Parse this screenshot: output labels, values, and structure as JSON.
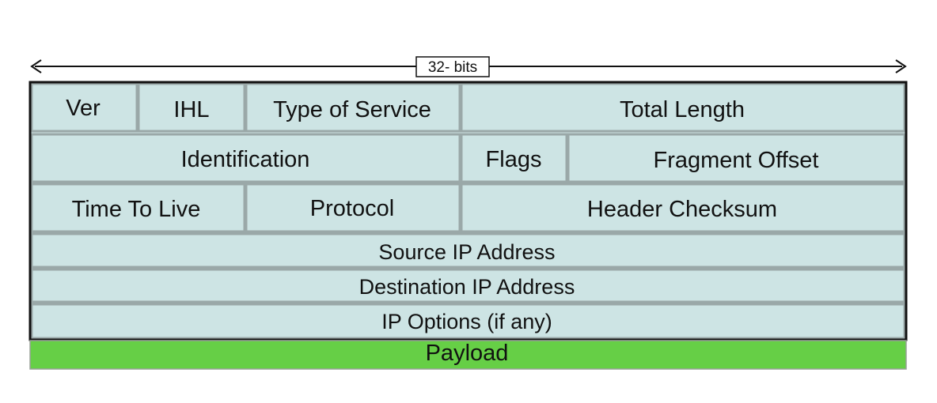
{
  "diagram": {
    "width_label": "32- bits",
    "rows": [
      {
        "fields": [
          {
            "name": "field-ver",
            "label": "Ver"
          },
          {
            "name": "field-ihl",
            "label": "IHL"
          },
          {
            "name": "field-type-of-service",
            "label": "Type of Service"
          },
          {
            "name": "field-total-length",
            "label": "Total Length"
          }
        ]
      },
      {
        "fields": [
          {
            "name": "field-identification",
            "label": "Identification"
          },
          {
            "name": "field-flags",
            "label": "Flags"
          },
          {
            "name": "field-fragment-offset",
            "label": "Fragment Offset"
          }
        ]
      },
      {
        "fields": [
          {
            "name": "field-time-to-live",
            "label": "Time To Live"
          },
          {
            "name": "field-protocol",
            "label": "Protocol"
          },
          {
            "name": "field-header-checksum",
            "label": "Header Checksum"
          }
        ]
      },
      {
        "fields": [
          {
            "name": "field-source-ip-address",
            "label": "Source IP Address"
          }
        ]
      },
      {
        "fields": [
          {
            "name": "field-destination-ip-address",
            "label": "Destination IP Address"
          }
        ]
      },
      {
        "fields": [
          {
            "name": "field-ip-options",
            "label": "IP Options (if any)"
          }
        ]
      }
    ],
    "payload_label": "Payload",
    "colors": {
      "header_fill": "#cde4e4",
      "header_divider": "#9aa8a8",
      "outline": "#111111",
      "payload_fill": "#66cf46",
      "payload_border": "#9aa09a"
    }
  }
}
